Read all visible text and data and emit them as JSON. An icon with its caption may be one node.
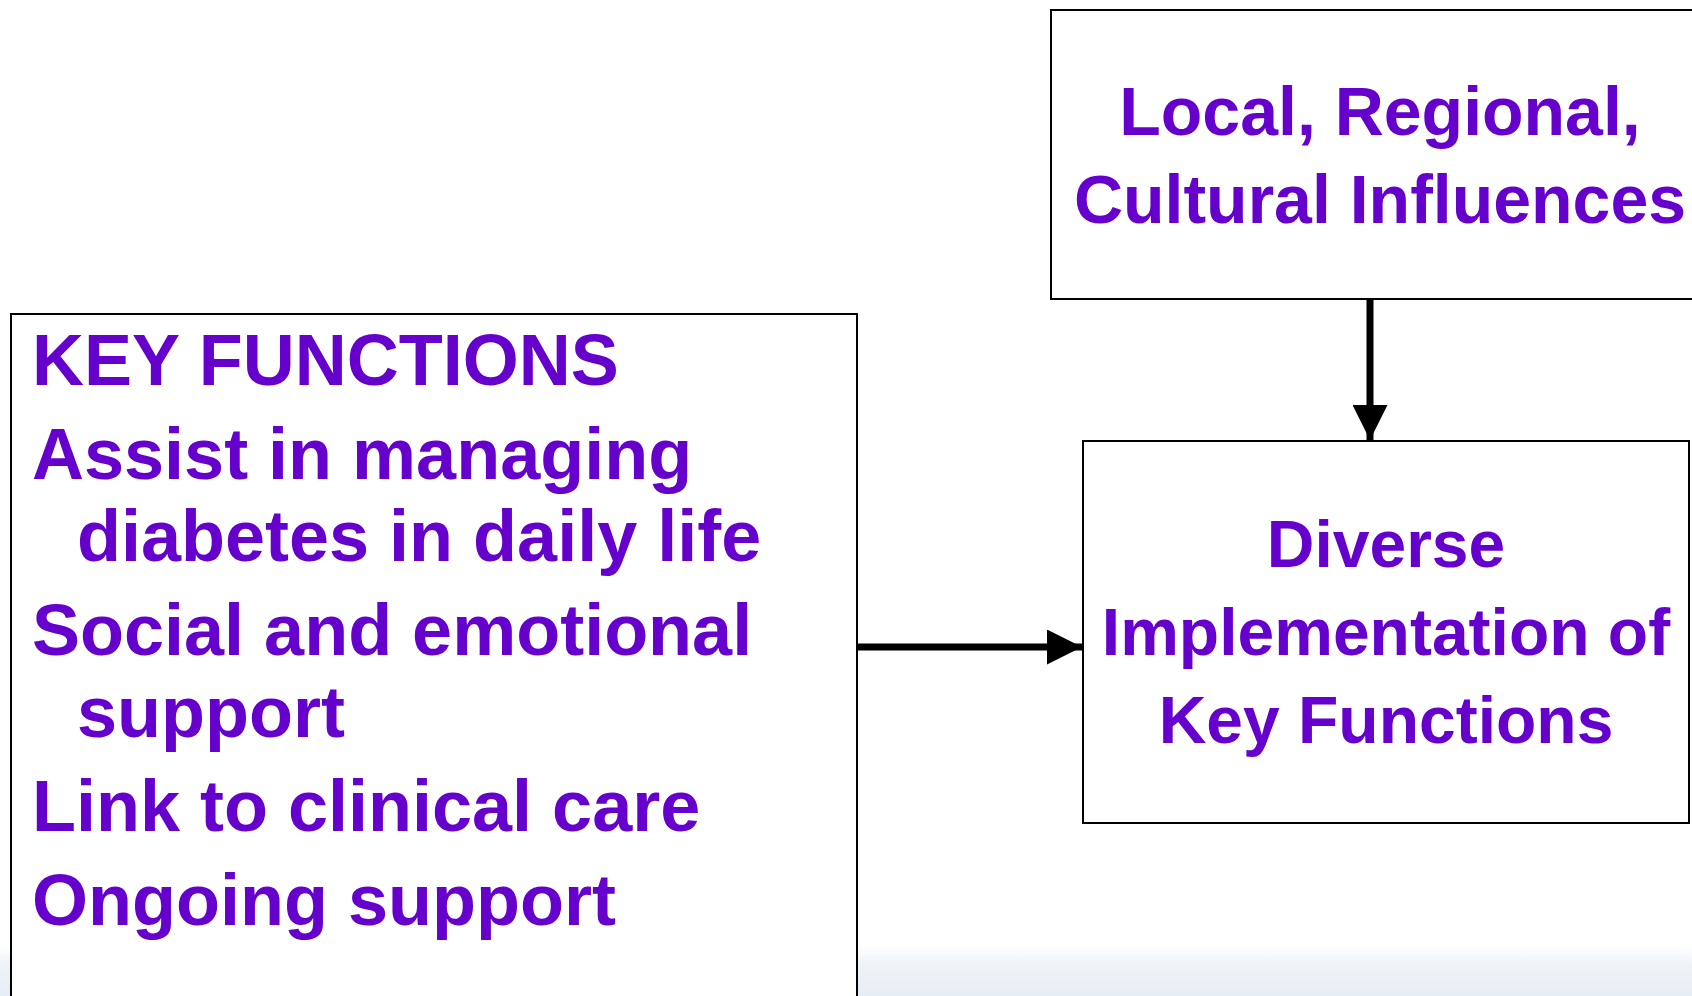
{
  "diagram": {
    "nodes": [
      {
        "text": [
          "KEY FUNCTIONS",
          "Assist in managing diabetes in daily life",
          "Social and emotional support",
          "Link to clinical care",
          "Ongoing support"
        ]
      },
      {
        "text": [
          "Local, Regional, Cultural Influences"
        ]
      },
      {
        "text": [
          "Diverse Implementation of Key Functions"
        ]
      }
    ],
    "edges": [
      {
        "from": 0,
        "to": 2,
        "arrow": "to"
      },
      {
        "from": 1,
        "to": 2,
        "arrow": "to"
      }
    ]
  }
}
